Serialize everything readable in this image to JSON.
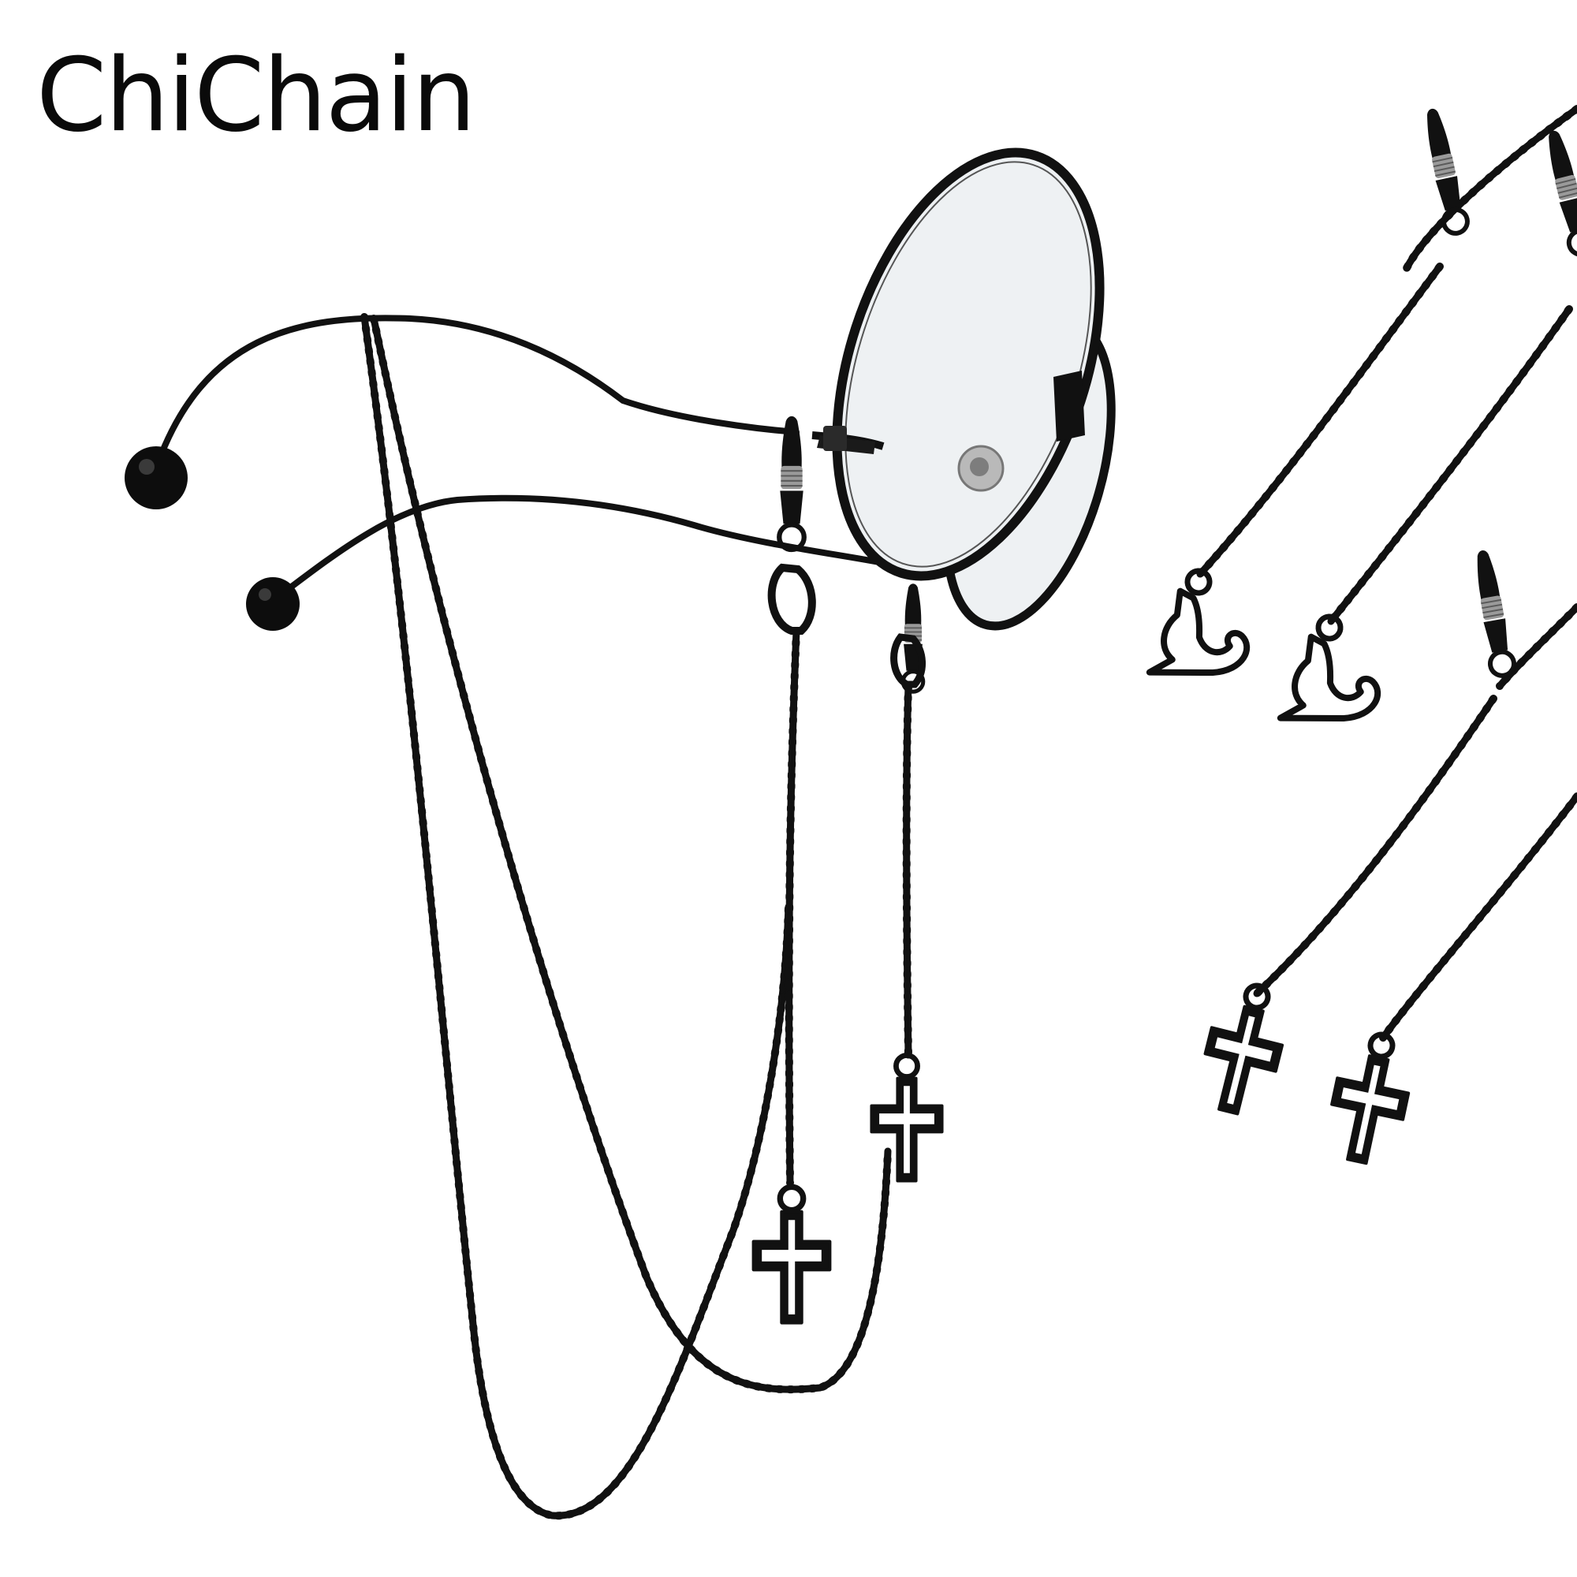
{
  "brand": {
    "name": "ChiChain"
  },
  "scene": {
    "colors": {
      "background": "#ffffff",
      "metal": "#111111",
      "lens": "#eef1f3",
      "lens_edge": "#d9dde0",
      "coil": "#9a9a9a",
      "bolt": "#b9b9b9"
    },
    "product_groups": [
      {
        "pendant": "cross-icon",
        "count": 2,
        "setting": "on-glasses"
      },
      {
        "pendant": "cat-icon",
        "count": 2,
        "setting": "loose"
      },
      {
        "pendant": "cross-icon",
        "count": 2,
        "setting": "loose"
      }
    ]
  }
}
